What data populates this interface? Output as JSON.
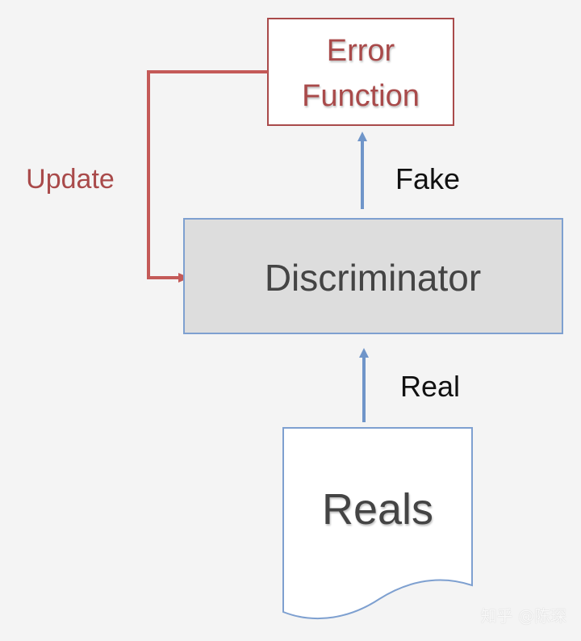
{
  "nodes": {
    "error_function": {
      "line1": "Error",
      "line2": "Function"
    },
    "discriminator": {
      "label": "Discriminator"
    },
    "reals": {
      "label": "Reals"
    }
  },
  "edges": {
    "update": "Update",
    "fake": "Fake",
    "real": "Real"
  },
  "watermark": "知乎 @陈琛",
  "colors": {
    "background": "#f4f4f4",
    "error_red": "#a94a4a",
    "update_red": "#c45a58",
    "blue": "#6f95c9",
    "box_fill": "#dddddd",
    "text_dark": "#444444",
    "text_black": "#111111"
  }
}
